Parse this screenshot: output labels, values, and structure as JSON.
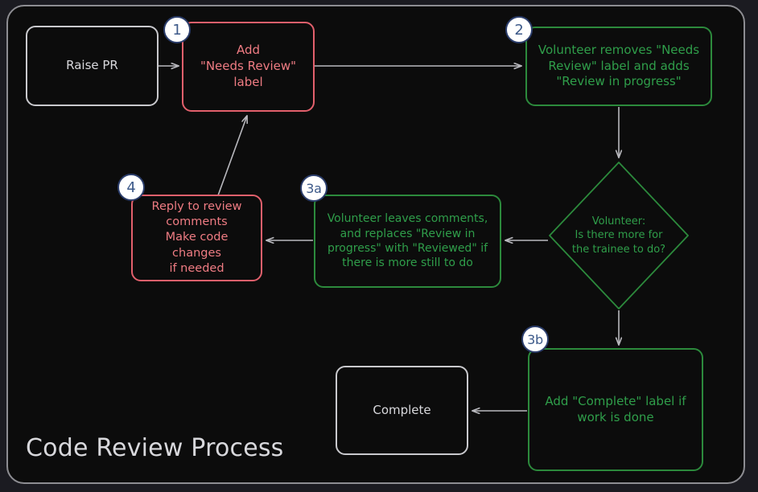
{
  "diagram": {
    "title": "Code Review Process",
    "type": "flowchart",
    "theme": {
      "page_background": "#1b1b21",
      "canvas_background": "#0c0c0c",
      "frame_border": "#8d8d92",
      "neutral": "#c9c9cd",
      "red": "#e2606c",
      "red_text": "#ef7c83",
      "green": "#2c8a3c",
      "green_text": "#2f9e4a",
      "edge": "#b9b9be",
      "badge_fill": "#ffffff",
      "badge_border": "#2b3d6b",
      "badge_text": "#3d5a8a"
    },
    "nodes": [
      {
        "id": "raise_pr",
        "label": "Raise PR",
        "shape": "rounded-rect",
        "style": "neutral",
        "badge": null
      },
      {
        "id": "step1",
        "label": "Add\n\"Needs Review\"\nlabel",
        "shape": "rounded-rect",
        "style": "red",
        "badge": "1"
      },
      {
        "id": "step2",
        "label": "Volunteer removes \"Needs\nReview\" label and adds\n\"Review in progress\"",
        "shape": "rounded-rect",
        "style": "green",
        "badge": "2"
      },
      {
        "id": "decision",
        "label": "Volunteer:\nIs there more for\nthe trainee to do?",
        "shape": "diamond",
        "style": "green",
        "badge": null
      },
      {
        "id": "step3a",
        "label": "Volunteer leaves comments,\nand replaces \"Review in\nprogress\" with \"Reviewed\" if\nthere is more still to do",
        "shape": "rounded-rect",
        "style": "green",
        "badge": "3a"
      },
      {
        "id": "step4",
        "label": "Reply to review\ncomments\nMake code changes\nif needed",
        "shape": "rounded-rect",
        "style": "red",
        "badge": "4"
      },
      {
        "id": "step3b",
        "label": "Add \"Complete\" label if\nwork is done",
        "shape": "rounded-rect",
        "style": "green",
        "badge": "3b"
      },
      {
        "id": "complete",
        "label": "Complete",
        "shape": "rounded-rect",
        "style": "neutral",
        "badge": null
      }
    ],
    "edges": [
      {
        "from": "raise_pr",
        "to": "step1",
        "label": ""
      },
      {
        "from": "step1",
        "to": "step2",
        "label": ""
      },
      {
        "from": "step2",
        "to": "decision",
        "label": ""
      },
      {
        "from": "decision",
        "to": "step3a",
        "label": ""
      },
      {
        "from": "decision",
        "to": "step3b",
        "label": ""
      },
      {
        "from": "step3a",
        "to": "step4",
        "label": ""
      },
      {
        "from": "step4",
        "to": "step1",
        "label": ""
      },
      {
        "from": "step3b",
        "to": "complete",
        "label": ""
      }
    ]
  }
}
